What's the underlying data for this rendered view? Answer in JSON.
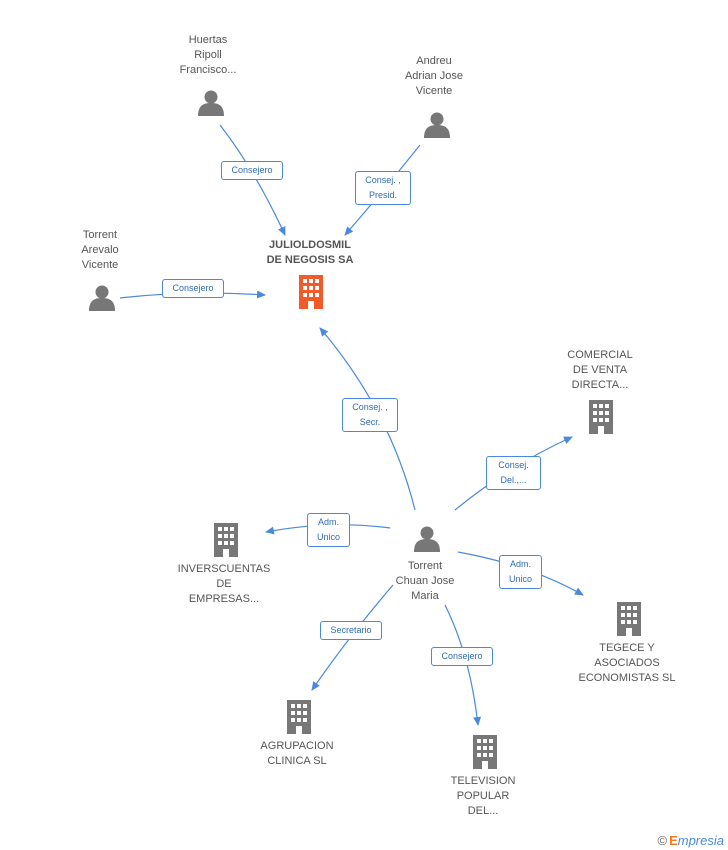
{
  "colors": {
    "edge": "#4a89dc",
    "person": "#777777",
    "company": "#777777",
    "main_company": "#f15a29"
  },
  "nodes": {
    "huertas": {
      "label": "Huertas\nRipoll\nFrancisco...",
      "icon": "person-icon"
    },
    "andreu": {
      "label": "Andreu\nAdrian Jose\nVicente",
      "icon": "person-icon"
    },
    "torrent_arevalo": {
      "label": "Torrent\nArevalo\nVicente",
      "icon": "person-icon"
    },
    "julioldosmil": {
      "label": "JULIOLDOSMIL\nDE NEGOSIS SA",
      "icon": "building-icon"
    },
    "comercial": {
      "label": "COMERCIAL\nDE VENTA\nDIRECTA...",
      "icon": "building-icon"
    },
    "inverscuentas": {
      "label": "INVERSCUENTAS\nDE\nEMPRESAS...",
      "icon": "building-icon"
    },
    "torrent_chuan": {
      "label": "Torrent\nChuan Jose\nMaria",
      "icon": "person-icon"
    },
    "tegece": {
      "label": "TEGECE Y\nASOCIADOS\nECONOMISTAS SL",
      "icon": "building-icon"
    },
    "agrupacion": {
      "label": "AGRUPACION\nCLINICA  SL",
      "icon": "building-icon"
    },
    "television": {
      "label": "TELEVISION\nPOPULAR\nDEL...",
      "icon": "building-icon"
    }
  },
  "edges": {
    "huertas_julio": "Consejero",
    "andreu_julio": "Consej. ,\nPresid.",
    "arevalo_julio": "Consejero",
    "chuan_julio": "Consej. ,\nSecr.",
    "chuan_comercial": "Consej.\nDel.,...",
    "chuan_inverscuentas": "Adm.\nUnico",
    "chuan_tegece": "Adm.\nUnico",
    "chuan_agrupacion": "Secretario",
    "chuan_television": "Consejero"
  },
  "footer": {
    "copyright": "©",
    "brand_initial": "E",
    "brand_rest": "mpresia"
  }
}
